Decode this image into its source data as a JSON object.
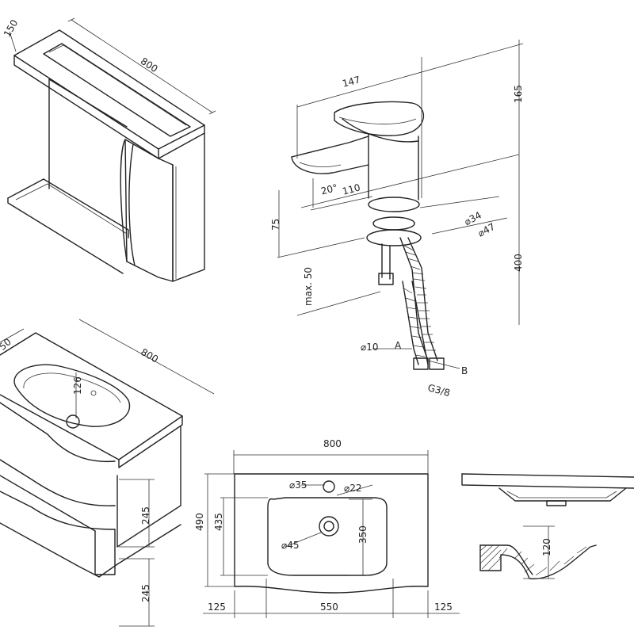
{
  "colors": {
    "line": "#222222",
    "background": "#ffffff"
  },
  "labels": {
    "cab_depth": "150",
    "cab_width": "800",
    "faucet_reach": "147",
    "faucet_height": "165",
    "spout_angle": "20°",
    "spout_length": "110",
    "spout_clearance": "75",
    "max_thickness": "max. 50",
    "diam_34": "⌀34",
    "diam_47": "⌀47",
    "hose_length": "400",
    "hose_diam": "⌀10",
    "point_a": "A",
    "point_b": "B",
    "thread": "G3/8",
    "vanity_depth": "50",
    "vanity_width": "800",
    "basin_offset": "126",
    "drawer_height_1": "245",
    "drawer_height_2": "245",
    "basin_width": "800",
    "hole_35": "⌀35",
    "hole_22": "⌀22",
    "hole_45": "⌀45",
    "basin_depth": "490",
    "bowl_depth": "435",
    "bowl_inner": "350",
    "left_margin": "125",
    "bowl_width": "550",
    "right_margin": "125",
    "section_height": "120"
  }
}
